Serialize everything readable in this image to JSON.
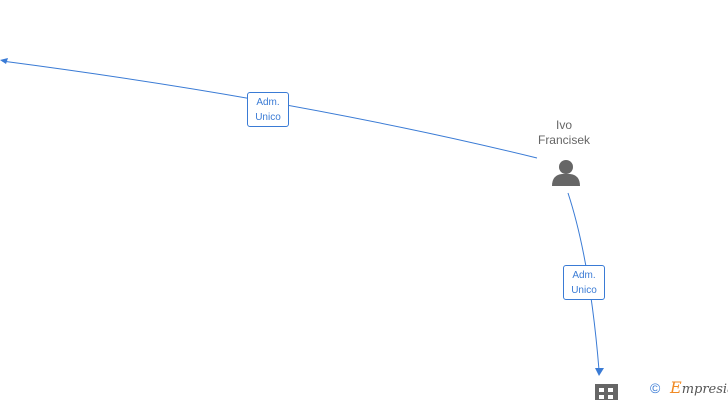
{
  "nodes": {
    "person": {
      "name_line1": "Ivo",
      "name_line2": "Francisek",
      "icon": "person-icon"
    },
    "company_bottom": {
      "icon": "building-icon"
    }
  },
  "edges": [
    {
      "label_line1": "Adm.",
      "label_line2": "Unico",
      "from": "person",
      "to": "offscreen-left"
    },
    {
      "label_line1": "Adm.",
      "label_line2": "Unico",
      "from": "person",
      "to": "company_bottom"
    }
  ],
  "footer": {
    "copyright_symbol": "©",
    "brand_first_letter": "E",
    "brand_rest": "mpresia"
  },
  "colors": {
    "edge": "#3a7bd5",
    "node_icon": "#666666",
    "brand_accent": "#f08a24"
  }
}
